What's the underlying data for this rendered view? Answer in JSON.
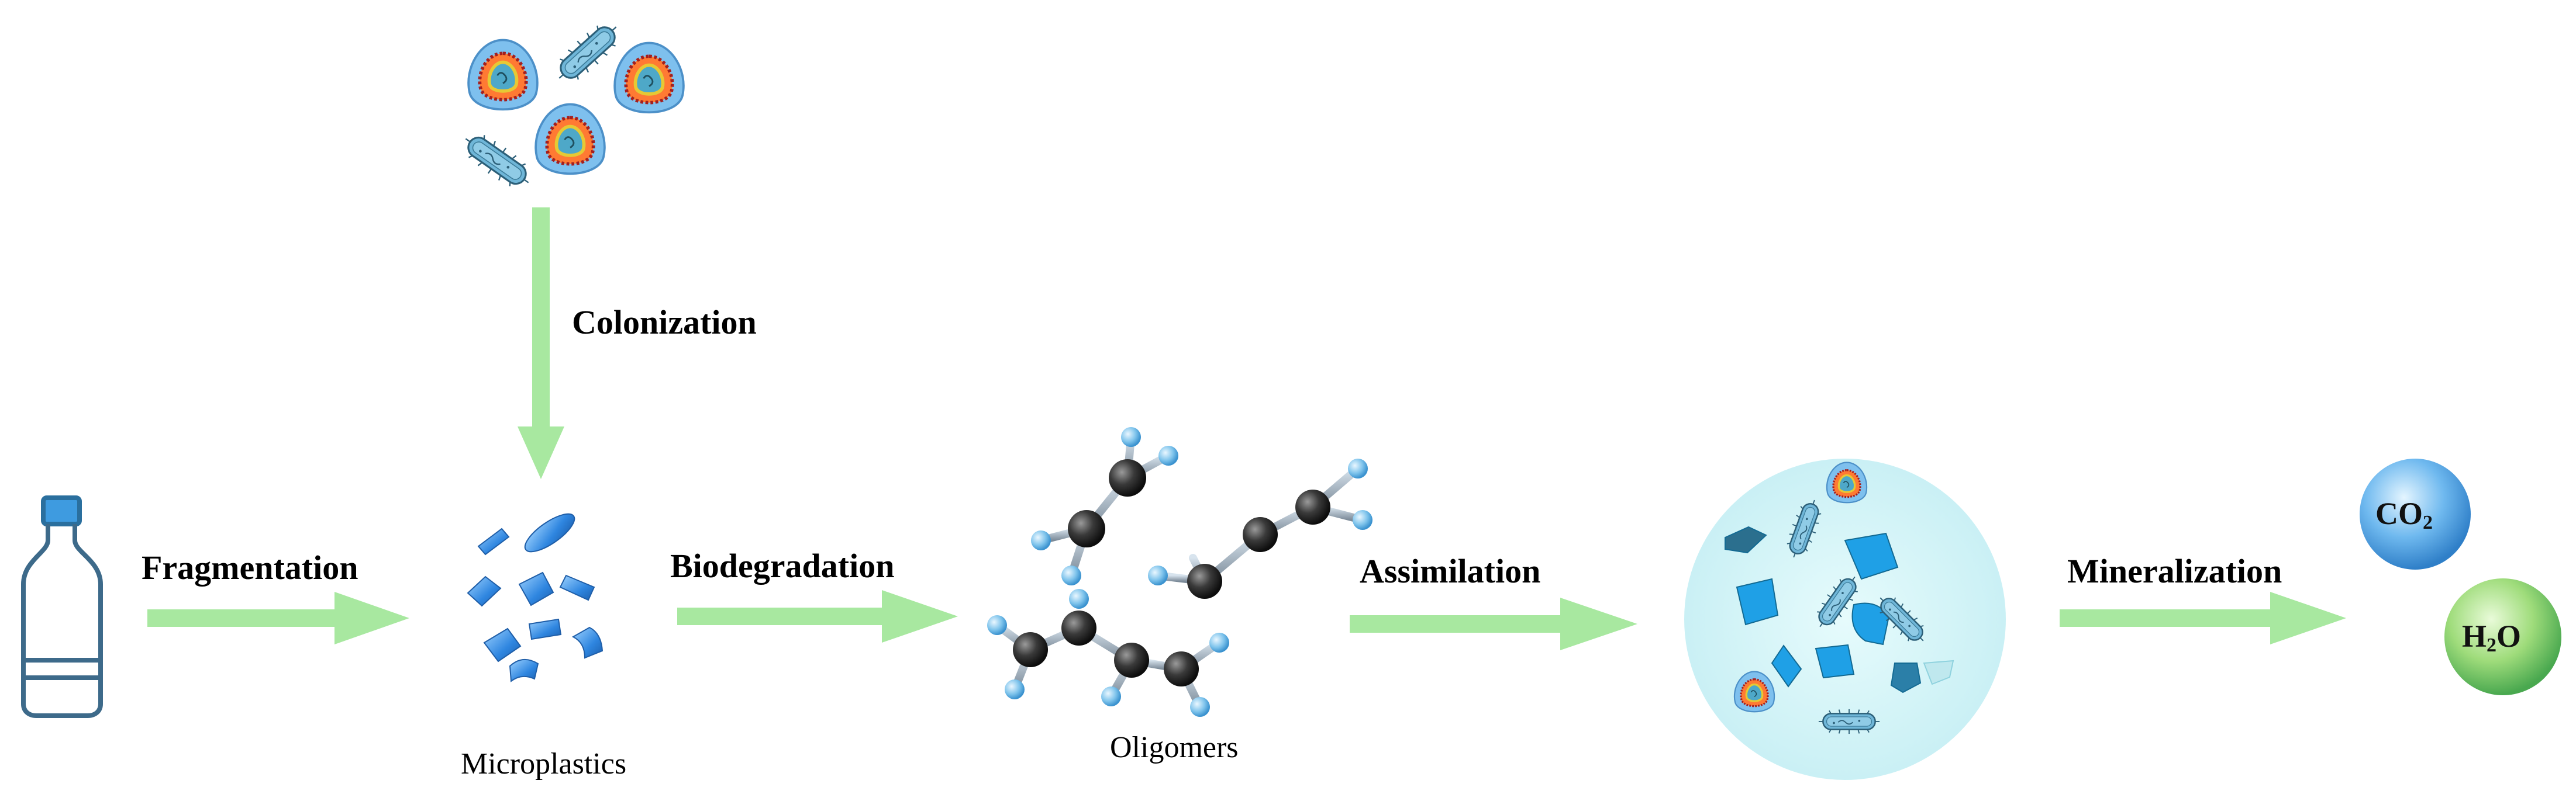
{
  "steps": {
    "colonization": "Colonization",
    "fragmentation": "Fragmentation",
    "biodegradation": "Biodegradation",
    "assimilation": "Assimilation",
    "mineralization": "Mineralization"
  },
  "captions": {
    "microplastics": "Microplastics",
    "oligomers": "Oligomers"
  },
  "products": {
    "co2": {
      "prefix": "CO",
      "sub": "2"
    },
    "h2o": {
      "prefix": "H",
      "sub": "2",
      "suffix": "O"
    }
  },
  "colors": {
    "arrow": "#a8e8a0",
    "plastic": "#3b8fd6",
    "bacterium": "#6fb6d8",
    "cell_bg": "#d6f4f8",
    "bottle": "#3d6a8a",
    "carbon": "#2b2b2b",
    "hydrogen": "#7fc4ec"
  },
  "icons": [
    "bottle-icon",
    "microbes-icon",
    "microplastic-fragments-icon",
    "oligomer-molecules-icon",
    "assimilation-cell-icon",
    "co2-bubble-icon",
    "h2o-bubble-icon"
  ]
}
